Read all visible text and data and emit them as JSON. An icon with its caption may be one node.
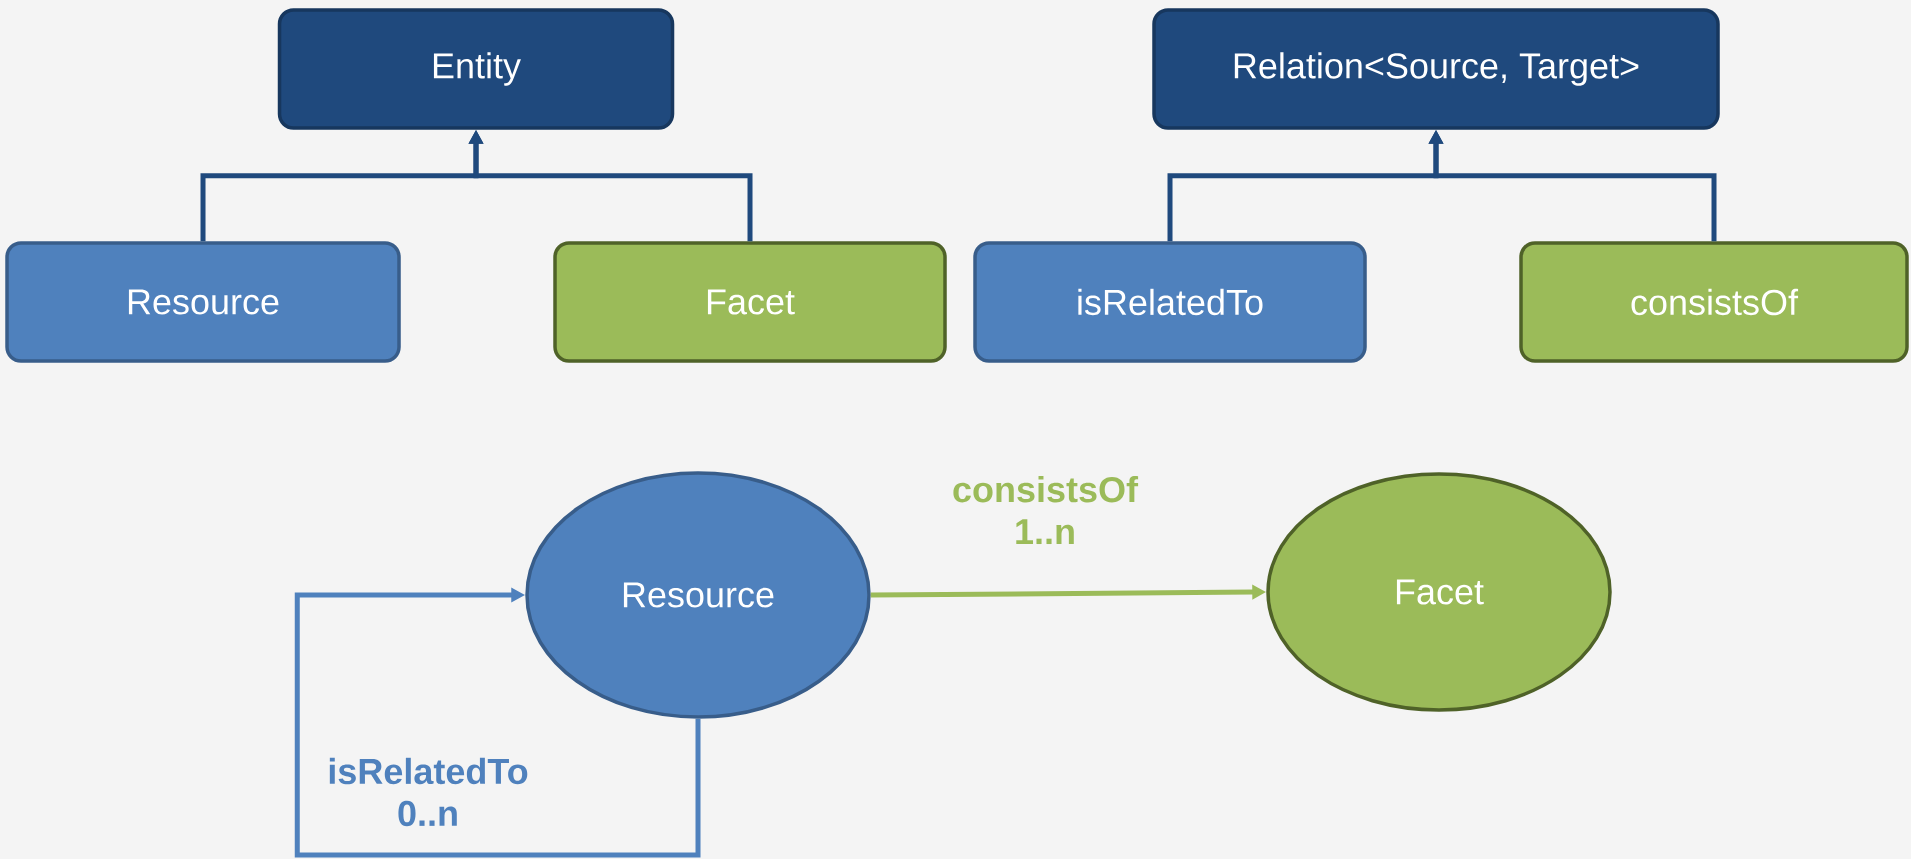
{
  "diagram": {
    "nodes": [
      {
        "text": [
          "Entity"
        ]
      },
      {
        "text": [
          "Relation<Source, Target>"
        ]
      },
      {
        "text": [
          "Resource"
        ]
      },
      {
        "text": [
          "Facet"
        ]
      },
      {
        "text": [
          "isRelatedTo"
        ]
      },
      {
        "text": [
          "consistsOf"
        ]
      },
      {
        "text": [
          "Resource"
        ]
      },
      {
        "text": [
          "Facet"
        ]
      }
    ],
    "edges": [
      {
        "from": 2,
        "to": 0,
        "arrow": "to"
      },
      {
        "from": 3,
        "to": 0,
        "arrow": "to"
      },
      {
        "from": 4,
        "to": 1,
        "arrow": "to"
      },
      {
        "from": 5,
        "to": 1,
        "arrow": "to"
      },
      {
        "from": 6,
        "to": 7,
        "arrow": "to",
        "label": "consistsOf 1..n",
        "color": "#9bbb59"
      },
      {
        "from": 6,
        "to": 6,
        "arrow": "to",
        "label": "isRelatedTo 0..n",
        "color": "#4f81bd"
      }
    ]
  }
}
